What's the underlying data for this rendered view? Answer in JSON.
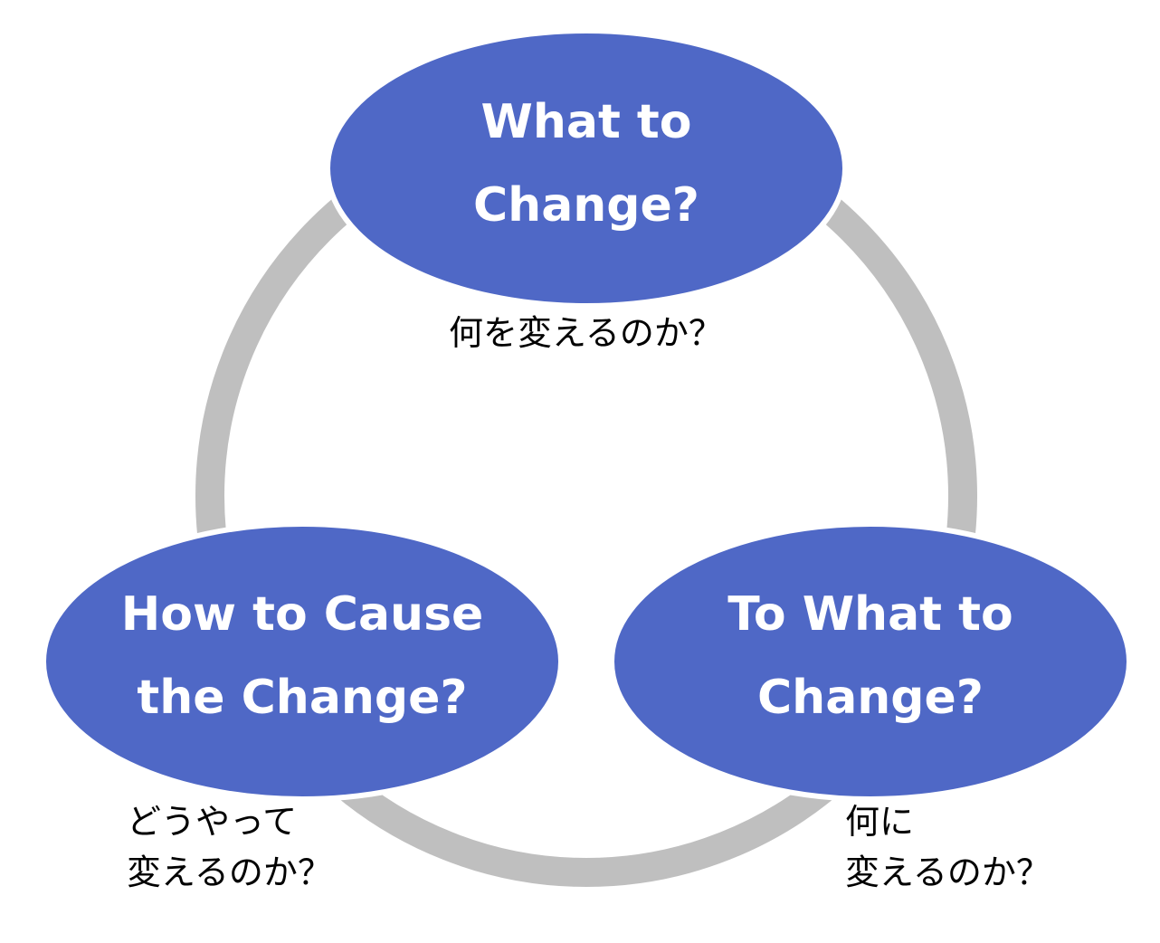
{
  "colors": {
    "ring": "#bfbfbf",
    "node_fill": "#4f68c6",
    "node_text": "#ffffff",
    "caption_text": "#000000"
  },
  "nodes": {
    "what": {
      "title_line1": "What to",
      "title_line2": "Change?",
      "caption_line1": "何を変えるのか？"
    },
    "to_what": {
      "title_line1": "To What to",
      "title_line2": "Change?",
      "caption_line1": "何に",
      "caption_line2": "変えるのか？"
    },
    "how": {
      "title_line1": "How to Cause",
      "title_line2": "the Change?",
      "caption_line1": "どうやって",
      "caption_line2": "変えるのか？"
    }
  }
}
